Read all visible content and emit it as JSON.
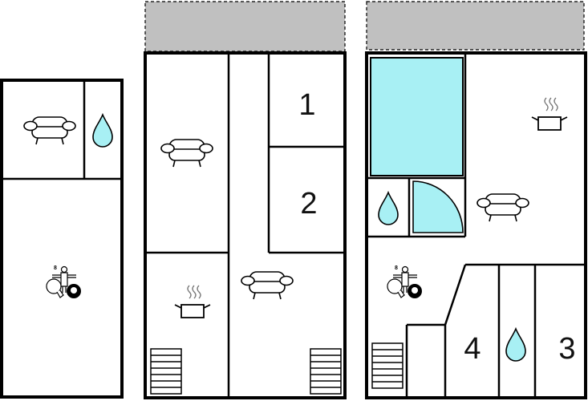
{
  "title": "Floor plan",
  "colors": {
    "water": "#a8f0f4",
    "extension": "#c0c0c0",
    "wall": "#000000"
  },
  "rooms": {
    "room_1": "1",
    "room_2": "2",
    "room_3": "3",
    "room_4": "4"
  },
  "billiard_ball_number": "8",
  "icons": [
    "sofa-icon",
    "water-drop-icon",
    "games-icon",
    "cooking-pot-icon",
    "stairs-icon",
    "pool-icon",
    "shower-icon"
  ]
}
